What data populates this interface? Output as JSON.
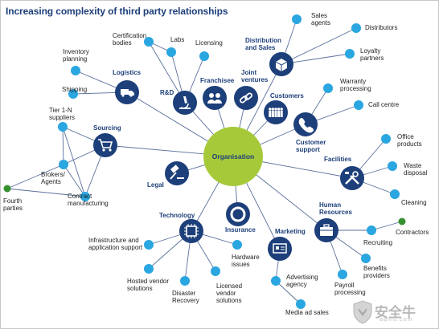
{
  "title": "Increasing complexity of third party relationships",
  "hub": {
    "label": "Organisation",
    "color": "#a6c93a"
  },
  "colors": {
    "category": "#1d3f7a",
    "leaf": "#2aa6e0",
    "extended": "#35912f",
    "edge": "#5a6f9c",
    "title": "#1d3f7a"
  },
  "categories": {
    "logistics": {
      "label": [
        "Logistics"
      ],
      "icon": "truck-icon"
    },
    "rd": {
      "label": [
        "R&D"
      ],
      "icon": "microscope-icon"
    },
    "franchisee": {
      "label": [
        "Franchisee"
      ],
      "icon": "people-icon"
    },
    "joint": {
      "label": [
        "Joint",
        "ventures"
      ],
      "icon": "chain-link-icon"
    },
    "distribution": {
      "label": [
        "Distribution",
        "and Sales"
      ],
      "icon": "box-icon"
    },
    "customers": {
      "label": [
        "Customers"
      ],
      "icon": "crowd-icon"
    },
    "custsupport": {
      "label": [
        "Customer",
        "support"
      ],
      "icon": "phone-icon"
    },
    "facilities": {
      "label": [
        "Facilities"
      ],
      "icon": "tools-icon"
    },
    "hr": {
      "label": [
        "Human",
        "Resources"
      ],
      "icon": "briefcase-icon"
    },
    "marketing": {
      "label": [
        "Marketing"
      ],
      "icon": "billboard-icon"
    },
    "insurance": {
      "label": [
        "Insurance"
      ],
      "icon": "lifebuoy-icon"
    },
    "technology": {
      "label": [
        "Technology"
      ],
      "icon": "chip-icon"
    },
    "legal": {
      "label": [
        "Legal"
      ],
      "icon": "gavel-icon"
    },
    "sourcing": {
      "label": [
        "Sourcing"
      ],
      "icon": "cart-icon"
    }
  },
  "leaves": {
    "certification": [
      "Certification",
      "bodies"
    ],
    "labs": [
      "Labs"
    ],
    "licensing": [
      "Licensing"
    ],
    "inventory": [
      "Inventory",
      "planning"
    ],
    "shipping": [
      "Shipping"
    ],
    "salesagents": [
      "Sales",
      "agents"
    ],
    "distributors": [
      "Distributors"
    ],
    "loyalty": [
      "Loyalty",
      "partners"
    ],
    "warranty": [
      "Warranty",
      "processing"
    ],
    "callcentre": [
      "Call centre"
    ],
    "office": [
      "Office",
      "products"
    ],
    "waste": [
      "Waste",
      "disposal"
    ],
    "cleaning": [
      "Cleaning"
    ],
    "tier1n": [
      "Tier 1-N",
      "suppliers"
    ],
    "brokers": [
      "Brokers/",
      "Agents"
    ],
    "contractmfg": [
      "Contract",
      "manufacturing"
    ],
    "fourth": [
      "Fourth",
      "parties"
    ],
    "infra": [
      "Infrastructure and",
      "application support"
    ],
    "hosted": [
      "Hosted vendor",
      "solutions"
    ],
    "disaster": [
      "Disaster",
      "Recovery"
    ],
    "licensedvendor": [
      "Licensed",
      "vendor",
      "solutions"
    ],
    "hardware": [
      "Hardware",
      "issues"
    ],
    "advertising": [
      "Advertising",
      "agency"
    ],
    "mediaad": [
      "Media ad sales"
    ],
    "recruiting": [
      "Recruiting"
    ],
    "contractors": [
      "Contractors"
    ],
    "benefits": [
      "Benefits",
      "providers"
    ],
    "payroll": [
      "Payroll",
      "processing"
    ]
  },
  "watermark": {
    "text": "安全牛",
    "sub": "aqniu.com"
  }
}
